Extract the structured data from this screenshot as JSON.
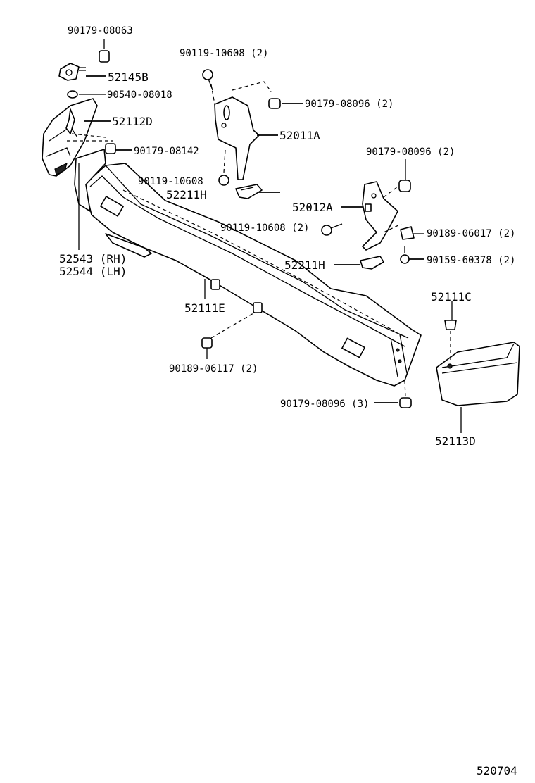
{
  "labels": {
    "p_90179_08063": "90179-08063",
    "p_52145B": "52145B",
    "p_90540_08018": "90540-08018",
    "p_52112D": "52112D",
    "p_90179_08142": "90179-08142",
    "p_90119_10608_top": "90119-10608 (2)",
    "p_90179_08096_top": "90179-08096 (2)",
    "p_52011A": "52011A",
    "p_90119_10608_mid": "90119-10608",
    "p_52211H_left": "52211H",
    "p_90179_08096_right": "90179-08096 (2)",
    "p_52012A": "52012A",
    "p_90119_10608_right": "90119-10608 (2)",
    "p_90189_06017": "90189-06017 (2)",
    "p_90159_60378": "90159-60378 (2)",
    "p_52211H_right": "52211H",
    "p_52543": "52543 (RH)",
    "p_52544": "52544 (LH)",
    "p_52111E": "52111E",
    "p_52111C": "52111C",
    "p_90189_06117": "90189-06117 (2)",
    "p_90179_08096_bottom": "90179-08096 (3)",
    "p_52113D": "52113D",
    "diagram_code": "520704"
  }
}
